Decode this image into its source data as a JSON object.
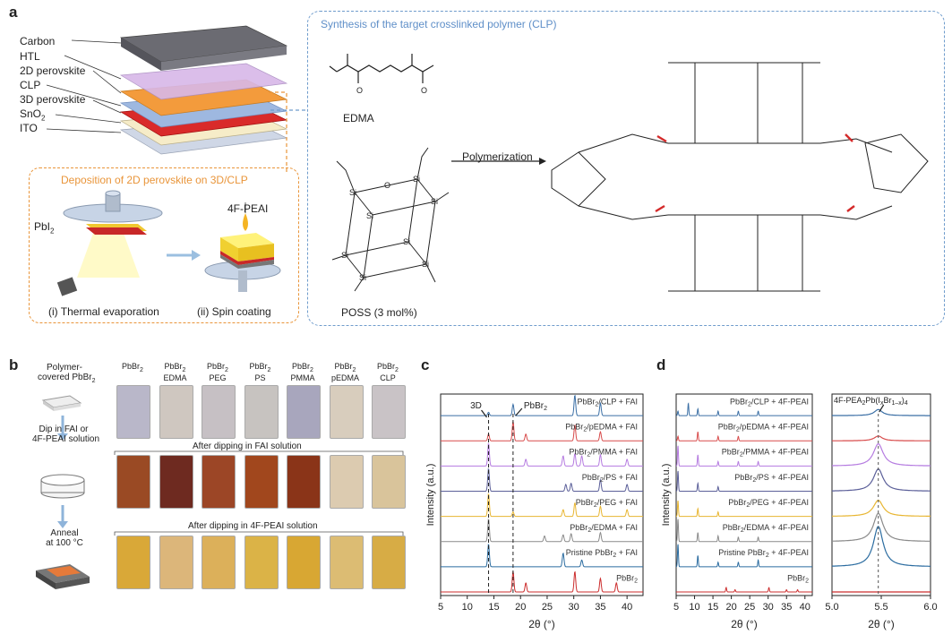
{
  "panel_a": {
    "letter": "a",
    "layers": [
      "Carbon",
      "HTL",
      "2D perovskite",
      "CLP",
      "3D perovskite",
      "SnO",
      "ITO"
    ],
    "sno2_sub": "2",
    "synthesis_title": "Synthesis of the target crosslinked polymer (CLP)",
    "edma": "EDMA",
    "poss": "POSS (3 mol%)",
    "polymerization": "Polymerization",
    "deposition_title": "Deposition of 2D perovskite on 3D/CLP",
    "pbi2": "PbI",
    "pbi2_sub": "2",
    "fpeai": "4F-PEAI",
    "step1": "(i) Thermal evaporation",
    "step2": "(ii) Spin coating",
    "colors": {
      "orange": "#e9953a",
      "blue": "#6f9ccc"
    }
  },
  "panel_b": {
    "letter": "b",
    "steps": [
      "Polymer-",
      "covered PbBr",
      "Dip in FAI or",
      "4F-PEAI solution",
      "Anneal",
      "at 100 °C"
    ],
    "step_sub": "2",
    "columns": [
      {
        "l1": "PbBr",
        "l2": ""
      },
      {
        "l1": "PbBr",
        "l2": "EDMA"
      },
      {
        "l1": "PbBr",
        "l2": "PEG"
      },
      {
        "l1": "PbBr",
        "l2": "PS"
      },
      {
        "l1": "PbBr",
        "l2": "PMMA"
      },
      {
        "l1": "PbBr",
        "l2": "pEDMA"
      },
      {
        "l1": "PbBr",
        "l2": "CLP"
      }
    ],
    "col_sub": "2",
    "after_fai": "After dipping in FAI solution",
    "after_4f": "After dipping in 4F-PEAI solution"
  },
  "panel_c": {
    "letter": "c",
    "xlabel": "2θ (°)",
    "ylabel": "Intensity (a.u.)",
    "label_3d": "3D",
    "label_pbbr2": "PbBr",
    "label_pbbr2_sub": "2"
  },
  "panel_d": {
    "letter": "d",
    "xlabel": "2θ (°)",
    "ylabel": "Intensity (a.u.)",
    "peak_label": "4F-PEA",
    "peak_label_rest": "Pb(I",
    "peak_label_tail": "Br",
    "peak_label_end": ")",
    "xlabel_right": "2θ (°)"
  },
  "chart_data": [
    {
      "type": "line",
      "title": "",
      "xlabel": "2θ (°)",
      "ylabel": "Intensity (a.u.)",
      "xlim": [
        5,
        43
      ],
      "x_ticks": [
        5,
        10,
        15,
        20,
        25,
        30,
        35,
        40
      ],
      "series": [
        {
          "name": "PbBr2/CLP + FAI",
          "color": "#3b6fa5",
          "peaks": [
            [
              14.0,
              0.15
            ],
            [
              18.6,
              0.5
            ],
            [
              30.2,
              0.9
            ],
            [
              35.0,
              0.55
            ]
          ]
        },
        {
          "name": "PbBr2/pEDMA + FAI",
          "color": "#d84c4c",
          "peaks": [
            [
              14.0,
              0.3
            ],
            [
              18.6,
              0.85
            ],
            [
              21.0,
              0.3
            ],
            [
              30.2,
              0.7
            ],
            [
              35.0,
              0.4
            ]
          ]
        },
        {
          "name": "PbBr2/PMMA + FAI",
          "color": "#b57be0",
          "peaks": [
            [
              14.0,
              1.0
            ],
            [
              21.0,
              0.3
            ],
            [
              28.0,
              0.45
            ],
            [
              30.2,
              0.55
            ],
            [
              31.5,
              0.45
            ],
            [
              35.0,
              0.5
            ],
            [
              40.0,
              0.3
            ]
          ]
        },
        {
          "name": "PbBr2/PS + FAI",
          "color": "#5b5f99",
          "peaks": [
            [
              14.0,
              1.0
            ],
            [
              28.5,
              0.3
            ],
            [
              29.5,
              0.35
            ],
            [
              35.0,
              0.5
            ],
            [
              40.0,
              0.3
            ]
          ]
        },
        {
          "name": "PbBr2/PEG + FAI",
          "color": "#e8b632",
          "peaks": [
            [
              14.0,
              1.0
            ],
            [
              18.6,
              0.2
            ],
            [
              28.0,
              0.3
            ],
            [
              30.2,
              0.6
            ],
            [
              35.0,
              0.45
            ],
            [
              40.0,
              0.3
            ]
          ]
        },
        {
          "name": "PbBr2/EDMA + FAI",
          "color": "#8a8a8a",
          "peaks": [
            [
              14.0,
              1.0
            ],
            [
              24.5,
              0.25
            ],
            [
              28.0,
              0.3
            ],
            [
              29.5,
              0.35
            ],
            [
              35.0,
              0.4
            ]
          ]
        },
        {
          "name": "Pristine PbBr2 + FAI",
          "color": "#2b6ca0",
          "peaks": [
            [
              14.0,
              1.0
            ],
            [
              28.0,
              0.6
            ],
            [
              31.5,
              0.3
            ]
          ]
        },
        {
          "name": "PbBr2",
          "color": "#cc2e2e",
          "peaks": [
            [
              18.6,
              0.9
            ],
            [
              21.0,
              0.4
            ],
            [
              30.2,
              0.9
            ],
            [
              35.0,
              0.6
            ],
            [
              38.0,
              0.4
            ]
          ]
        }
      ]
    },
    {
      "type": "line",
      "title": "",
      "xlabel": "2θ (°)",
      "ylabel": "Intensity (a.u.)",
      "xlim": [
        5,
        42
      ],
      "x_ticks": [
        5,
        10,
        15,
        20,
        25,
        30,
        35,
        40
      ],
      "series": [
        {
          "name": "PbBr2/CLP + 4F-PEAI",
          "color": "#3b6fa5",
          "peaks": [
            [
              5.5,
              0.2
            ],
            [
              8.3,
              0.55
            ],
            [
              10.9,
              0.3
            ],
            [
              16.4,
              0.2
            ],
            [
              21.9,
              0.2
            ],
            [
              27.3,
              0.2
            ]
          ]
        },
        {
          "name": "PbBr2/pEDMA + 4F-PEAI",
          "color": "#d84c4c",
          "peaks": [
            [
              5.5,
              0.2
            ],
            [
              10.9,
              0.4
            ],
            [
              16.4,
              0.2
            ],
            [
              21.9,
              0.2
            ]
          ]
        },
        {
          "name": "PbBr2/PMMA + 4F-PEAI",
          "color": "#b57be0",
          "peaks": [
            [
              5.5,
              0.9
            ],
            [
              10.9,
              0.5
            ],
            [
              16.4,
              0.2
            ],
            [
              21.9,
              0.2
            ],
            [
              27.3,
              0.2
            ]
          ]
        },
        {
          "name": "PbBr2/PS + 4F-PEAI",
          "color": "#5b5f99",
          "peaks": [
            [
              5.5,
              0.9
            ],
            [
              10.9,
              0.35
            ],
            [
              16.4,
              0.2
            ]
          ]
        },
        {
          "name": "PbBr2/PEG + 4F-PEAI",
          "color": "#e8b632",
          "peaks": [
            [
              5.5,
              0.7
            ],
            [
              10.9,
              0.35
            ],
            [
              16.4,
              0.2
            ]
          ]
        },
        {
          "name": "PbBr2/EDMA + 4F-PEAI",
          "color": "#8a8a8a",
          "peaks": [
            [
              5.5,
              1.0
            ],
            [
              10.9,
              0.4
            ],
            [
              16.4,
              0.25
            ],
            [
              21.9,
              0.2
            ],
            [
              27.3,
              0.2
            ]
          ]
        },
        {
          "name": "Pristine PbBr2 + 4F-PEAI",
          "color": "#2b6ca0",
          "peaks": [
            [
              5.5,
              1.0
            ],
            [
              10.9,
              0.5
            ],
            [
              16.4,
              0.2
            ],
            [
              21.9,
              0.2
            ],
            [
              27.3,
              0.3
            ]
          ]
        },
        {
          "name": "PbBr2",
          "color": "#cc2e2e",
          "peaks": [
            [
              18.6,
              0.2
            ],
            [
              21.0,
              0.1
            ],
            [
              30.2,
              0.2
            ],
            [
              35.0,
              0.1
            ],
            [
              38.0,
              0.1
            ]
          ]
        }
      ]
    },
    {
      "type": "line",
      "title": "",
      "xlabel": "2θ (°)",
      "xlim": [
        5.0,
        6.0
      ],
      "x_ticks": [
        5.0,
        5.5,
        6.0
      ],
      "peak_center": 5.47,
      "series": [
        {
          "name": "PbBr2/CLP + 4F-PEAI",
          "color": "#3b6fa5",
          "amp": 0.15,
          "width": 0.05
        },
        {
          "name": "PbBr2/pEDMA + 4F-PEAI",
          "color": "#d84c4c",
          "amp": 0.12,
          "width": 0.05
        },
        {
          "name": "PbBr2/PMMA + 4F-PEAI",
          "color": "#b57be0",
          "amp": 0.55,
          "width": 0.06
        },
        {
          "name": "PbBr2/PS + 4F-PEAI",
          "color": "#5b5f99",
          "amp": 0.55,
          "width": 0.06
        },
        {
          "name": "PbBr2/PEG + 4F-PEAI",
          "color": "#e8b632",
          "amp": 0.4,
          "width": 0.06
        },
        {
          "name": "PbBr2/EDMA + 4F-PEAI",
          "color": "#8a8a8a",
          "amp": 0.7,
          "width": 0.06
        },
        {
          "name": "Pristine PbBr2 + 4F-PEAI",
          "color": "#2b6ca0",
          "amp": 1.0,
          "width": 0.06
        },
        {
          "name": "PbBr2",
          "color": "#cc2e2e",
          "amp": 0.0,
          "width": 0.05
        }
      ]
    }
  ],
  "panel_c_labels": [
    "PbBr",
    "/CLP + FAI",
    "PbBr",
    "/pEDMA + FAI",
    "PbBr",
    "/PMMA + FAI",
    "PbBr",
    "/PS + FAI",
    "PbBr",
    "/PEG + FAI",
    "PbBr",
    "/EDMA + FAI",
    "Pristine PbBr",
    " + FAI",
    "PbBr"
  ],
  "panel_d_labels": [
    "PbBr",
    "/CLP + 4F-PEAI",
    "PbBr",
    "/pEDMA + 4F-PEAI",
    "PbBr",
    "/PMMA + 4F-PEAI",
    "PbBr",
    "/PS + 4F-PEAI",
    "PbBr",
    "/PEG + 4F-PEAI",
    "PbBr",
    "/EDMA + 4F-PEAI",
    "Pristine PbBr",
    " + 4F-PEAI",
    "PbBr"
  ],
  "sub2": "2",
  "peak_x_sub": "x",
  "peak_1x_sub": "1–x",
  "peak_4_sub": "4",
  "peak_2_sub": "2"
}
